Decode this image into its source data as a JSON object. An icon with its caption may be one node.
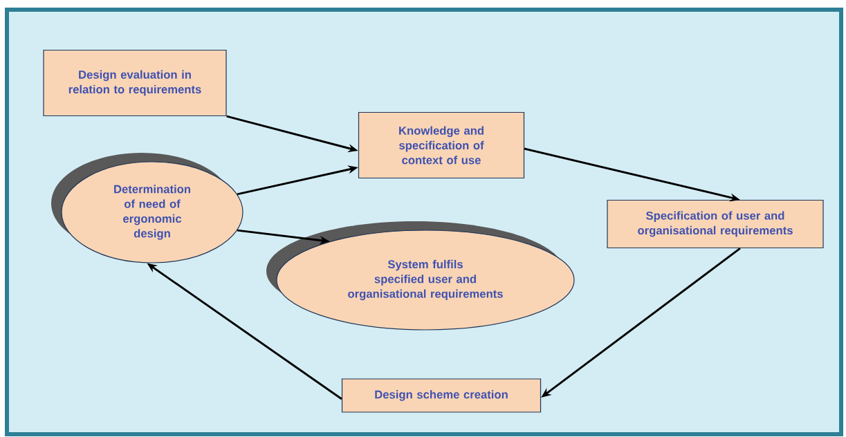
{
  "diagram": {
    "nodes": [
      {
        "text": [
          "Design evaluation in relation to requirements"
        ]
      },
      {
        "text": [
          "Knowledge and specification of context of use"
        ]
      },
      {
        "text": [
          "Determination of need of ergonomic design"
        ]
      },
      {
        "text": [
          "Specification of user and organisational requirements"
        ]
      },
      {
        "text": [
          "System fulfils specified user and organisational requirements"
        ]
      },
      {
        "text": [
          "Design scheme creation"
        ]
      }
    ],
    "edges": [
      {
        "from": 0,
        "to": 1,
        "arrow": "to"
      },
      {
        "from": 2,
        "to": 1,
        "arrow": "to"
      },
      {
        "from": 1,
        "to": 3,
        "arrow": "to"
      },
      {
        "from": 3,
        "to": 5,
        "arrow": "to"
      },
      {
        "from": 5,
        "to": 2,
        "arrow": "to"
      },
      {
        "from": 2,
        "to": 4,
        "arrow": "to"
      }
    ]
  }
}
